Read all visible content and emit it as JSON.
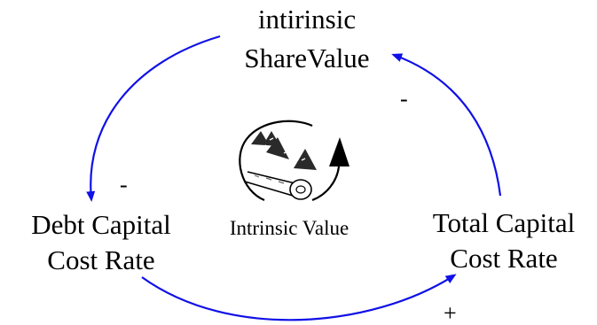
{
  "colors": {
    "link": "#1010e8",
    "text": "#000000",
    "loop_arrow": "#000000",
    "background": "#ffffff"
  },
  "nodes": {
    "share_value": {
      "line1": "intirinsic",
      "line2": "ShareValue"
    },
    "debt_rate": {
      "line1": "Debt Capital",
      "line2": "Cost Rate"
    },
    "total_rate": {
      "line1": "Total Capital",
      "line2": "Cost Rate"
    }
  },
  "links": {
    "share_to_debt": {
      "polarity": "-"
    },
    "debt_to_total": {
      "polarity": "+"
    },
    "total_to_share": {
      "polarity": "-"
    }
  },
  "loop": {
    "label": "Intrinsic Value",
    "icon": "snowy-mountain-rolling-log-icon",
    "direction": "clockwise"
  }
}
